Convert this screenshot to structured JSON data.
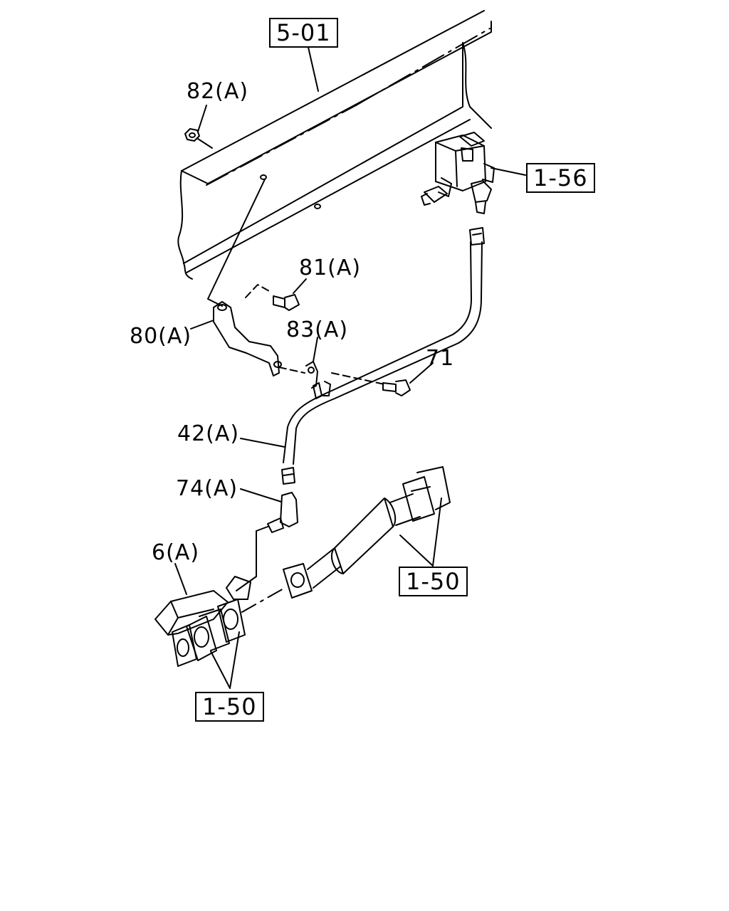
{
  "colors": {
    "line": "#000000",
    "background": "#ffffff"
  },
  "references": {
    "ref_5_01": "5-01",
    "ref_1_56": "1-56",
    "ref_1_50_right": "1-50",
    "ref_1_50_bottom": "1-50"
  },
  "callouts": {
    "p82": "82(A)",
    "p81": "81(A)",
    "p80": "80(A)",
    "p83": "83(A)",
    "p71": "71",
    "p42": "42(A)",
    "p74": "74(A)",
    "p6": "6(A)"
  }
}
